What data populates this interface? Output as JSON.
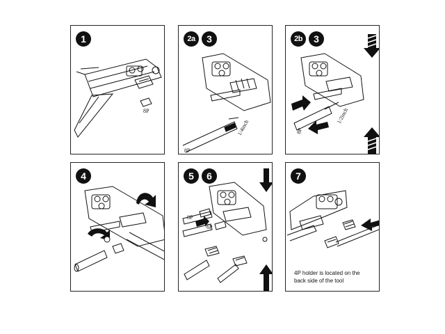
{
  "panels": [
    {
      "badges": [
        "1"
      ],
      "labels": {
        "plug": "8P"
      }
    },
    {
      "badges": [
        "2a",
        "3"
      ],
      "labels": {
        "measure": "1/4inch",
        "plug": "8P"
      }
    },
    {
      "badges": [
        "2b",
        "3"
      ],
      "labels": {
        "measure": "1/2inch",
        "plug": "8P"
      }
    },
    {
      "badges": [
        "4"
      ],
      "labels": {}
    },
    {
      "badges": [
        "5",
        "6"
      ],
      "labels": {
        "upper": "8P",
        "lower": "6P"
      }
    },
    {
      "badges": [
        "7"
      ],
      "note": {
        "line1": "4P holder is located on the",
        "line2": "back side of the tool"
      }
    }
  ],
  "colors": {
    "ink": "#111111",
    "border": "#222222",
    "paper": "#ffffff",
    "arrow": "#111111"
  }
}
